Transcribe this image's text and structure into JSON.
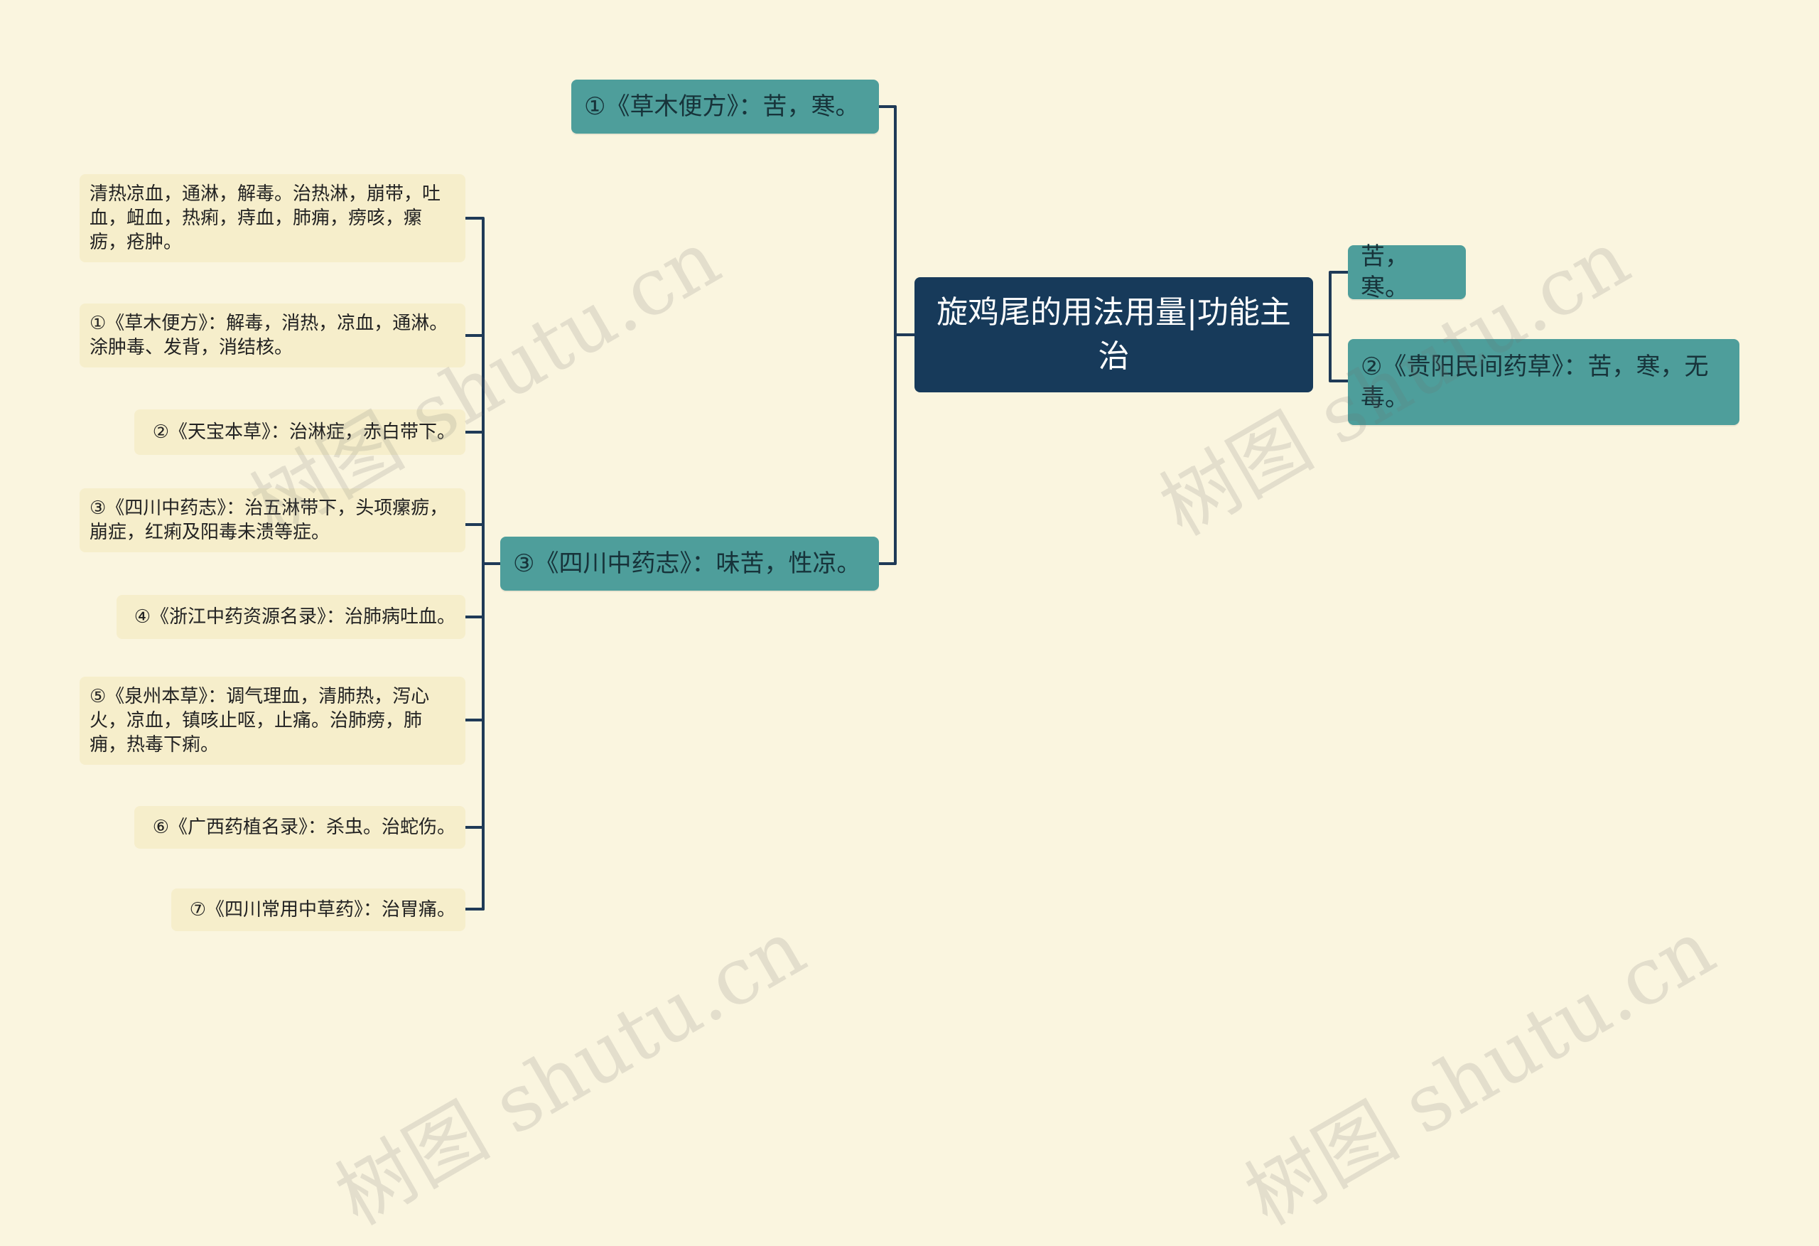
{
  "root": {
    "text": "旋鸡尾的用法用量|功能主治"
  },
  "left_branches": [
    {
      "text": "①《草木便方》：苦，寒。",
      "children": []
    },
    {
      "text": "③《四川中药志》：味苦，性凉。",
      "children": [
        "清热凉血，通淋，解毒。治热淋，崩带，吐血，衄血，热痢，痔血，肺痈，痨咳，瘰疬，疮肿。",
        "①《草木便方》：解毒，消热，凉血，通淋。涂肿毒、发背，消结核。",
        "②《天宝本草》：治淋症，赤白带下。",
        "③《四川中药志》：治五淋带下，头项瘰疬，崩症，红痢及阳毒未溃等症。",
        "④《浙江中药资源名录》：治肺病吐血。",
        "⑤《泉州本草》：调气理血，清肺热，泻心火，凉血，镇咳止呕，止痛。治肺痨，肺痈，热毒下痢。",
        "⑥《广西药植名录》：杀虫。治蛇伤。",
        "⑦《四川常用中草药》：治胃痛。"
      ]
    }
  ],
  "right_branches": [
    {
      "text": "苦，寒。"
    },
    {
      "text": "②《贵阳民间药草》：苦，寒，无毒。"
    }
  ],
  "watermark": "树图 shutu.cn",
  "colors": {
    "background": "#faf5df",
    "root": "#173a5a",
    "branch": "#4e9e9b",
    "leaf": "#f6eecb",
    "line": "#1f3a57"
  }
}
